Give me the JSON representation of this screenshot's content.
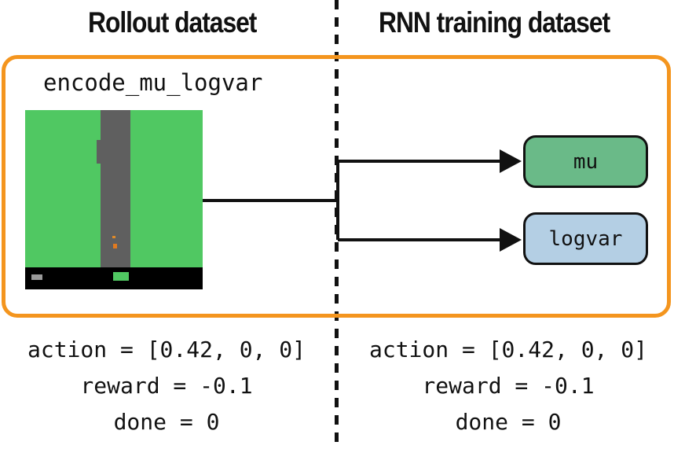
{
  "headings": {
    "rollout": "Rollout dataset",
    "rnn": "RNN training dataset"
  },
  "function_label": "encode_mu_logvar",
  "outputs": {
    "mu": "mu",
    "logvar": "logvar"
  },
  "rollout_fields": {
    "action": "action = [0.42, 0, 0]",
    "reward": "reward = -0.1",
    "done": "done = 0"
  },
  "rnn_fields": {
    "action": "action = [0.42, 0, 0]",
    "reward": "reward = -0.1",
    "done": "done = 0"
  },
  "colors": {
    "frame_border": "#f4951e",
    "mu_fill": "#6aba88",
    "logvar_fill": "#b4cfe4",
    "grass": "#50c862",
    "road": "#5f5f5f"
  }
}
